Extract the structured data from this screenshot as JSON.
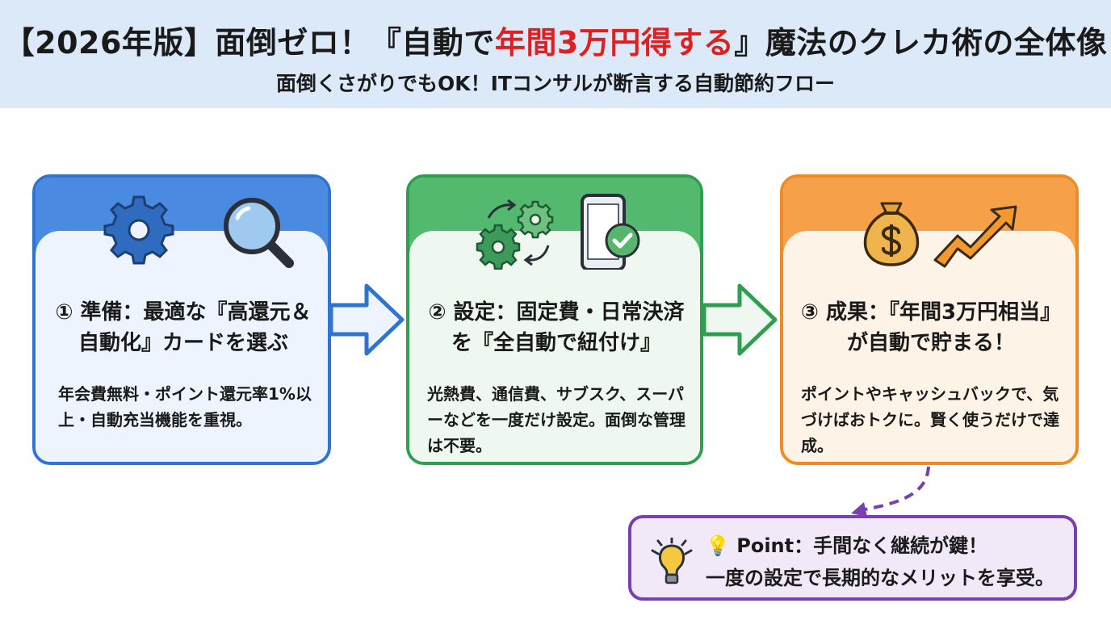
{
  "header": {
    "title_before": "【2026年版】面倒ゼロ！『自動で",
    "title_highlight": "年間3万円得する",
    "title_after": "』魔法のクレカ術の全体像",
    "subtitle": "面倒くさがりでもOK！ITコンサルが断言する自動節約フロー"
  },
  "steps": [
    {
      "heading": "① 準備：最適な『高還元＆自動化』カードを選ぶ",
      "description": "年会費無料・ポイント還元率1%以上・自動充当機能を重視。",
      "icons": [
        "gear-icon",
        "magnifier-icon"
      ]
    },
    {
      "heading": "② 設定：固定費・日常決済を『全自動で紐付け』",
      "description": "光熱費、通信費、サブスク、スーパーなどを一度だけ設定。面倒な管理は不要。",
      "icons": [
        "sync-gears-icon",
        "smartphone-check-icon"
      ]
    },
    {
      "heading": "③ 成果：『年間3万円相当』が自動で貯まる！",
      "description": "ポイントやキャッシュバックで、気づけばおトクに。賢く使うだけで達成。",
      "icons": [
        "money-bag-icon",
        "trend-up-arrow-icon"
      ]
    }
  ],
  "point": {
    "line1": "💡 Point：手間なく継続が鍵！",
    "line2": "一度の設定で長期的なメリットを享受。",
    "icon": "lightbulb-icon"
  },
  "colors": {
    "step1": "#2f74d0",
    "step2": "#2e9e4f",
    "step3": "#ef8b22",
    "point": "#7a3fb0",
    "highlight": "#e02020",
    "header_bg": "#dbe9f8"
  }
}
